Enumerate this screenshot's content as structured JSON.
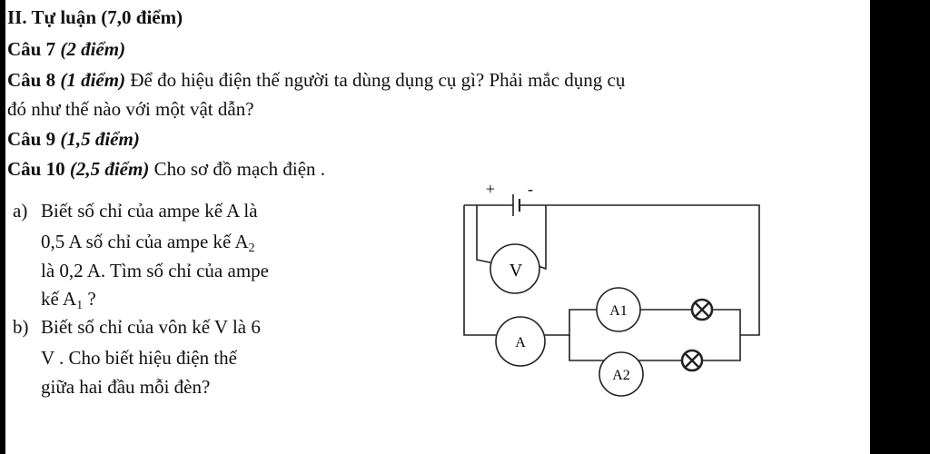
{
  "section_title": "II. Tự luận (7,0 điểm)",
  "q7": {
    "label": "Câu 7",
    "points": "(2 điểm)"
  },
  "q8": {
    "label": "Câu 8",
    "points": "(1 điểm)",
    "text_line1": " Để đo hiệu điện thế người ta dùng dụng cụ gì? Phải mắc dụng cụ",
    "text_line2": "đó như thế nào với một vật dẫn?"
  },
  "q9": {
    "label": "Câu 9",
    "points": "(1,5 điểm)"
  },
  "q10": {
    "label": "Câu 10",
    "points": "(2,5 điểm)",
    "text": " Cho sơ đồ mạch điện ."
  },
  "part_a": {
    "marker": "a)",
    "l1": "Biết số chỉ của  ampe kế A  là",
    "l2a": "0,5 A số chỉ của ampe kế  A",
    "l2sub": "2",
    "l3": "là 0,2 A. Tìm số chỉ của ampe",
    "l4a": "kế A",
    "l4sub": "1",
    "l4b": " ?"
  },
  "part_b": {
    "marker": "b)",
    "l1": "Biết số chỉ của  vôn kế V  là 6",
    "l2": "V . Cho biết hiệu điện thế",
    "l3": "giữa hai đầu mỗi đèn?"
  },
  "circuit": {
    "plus": "+",
    "minus": "-",
    "voltmeter": "V",
    "ammeter_main": "A",
    "ammeter_1": "A1",
    "ammeter_2": "A2"
  }
}
